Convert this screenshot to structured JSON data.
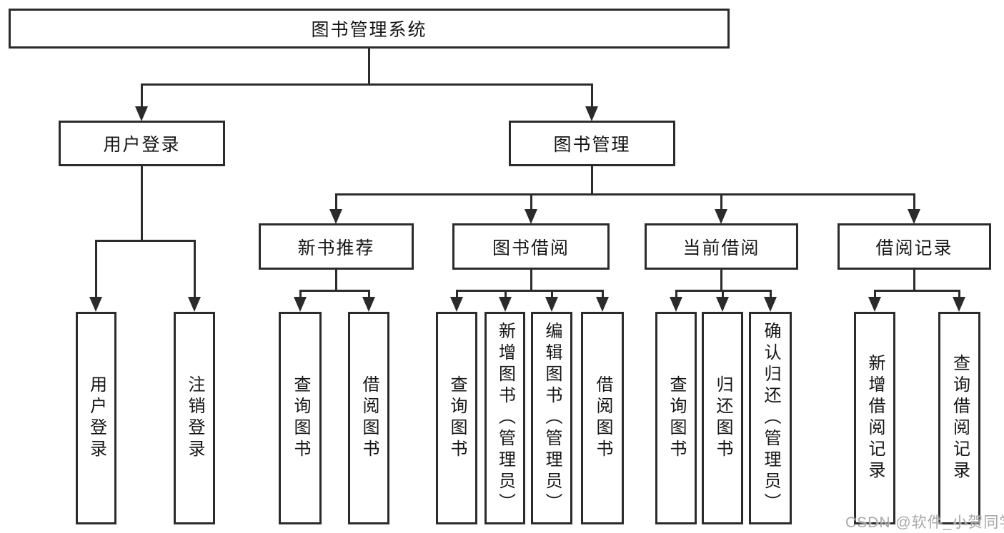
{
  "tree": {
    "root": {
      "label": "图书管理系统"
    },
    "children": [
      {
        "label": "用户登录",
        "children": [
          {
            "label": "用户登录"
          },
          {
            "label": "注销登录"
          }
        ]
      },
      {
        "label": "图书管理",
        "children": [
          {
            "label": "新书推荐",
            "children": [
              {
                "label": "查询图书"
              },
              {
                "label": "借阅图书"
              }
            ]
          },
          {
            "label": "图书借阅",
            "children": [
              {
                "label": "查询图书"
              },
              {
                "label": "新增图书（管理员）"
              },
              {
                "label": "编辑图书（管理员）"
              },
              {
                "label": "借阅图书"
              }
            ]
          },
          {
            "label": "当前借阅",
            "children": [
              {
                "label": "查询图书"
              },
              {
                "label": "归还图书"
              },
              {
                "label": "确认归还（管理员）"
              }
            ]
          },
          {
            "label": "借阅记录",
            "children": [
              {
                "label": "新增借阅记录"
              },
              {
                "label": "查询借阅记录"
              }
            ]
          }
        ]
      }
    ]
  },
  "watermark": {
    "text": "CSDN @软件_小贺同学"
  },
  "colors": {
    "line": "#2b2b2b",
    "text": "#151515",
    "background": "#ffffff",
    "watermark": "#9e9e9e"
  }
}
